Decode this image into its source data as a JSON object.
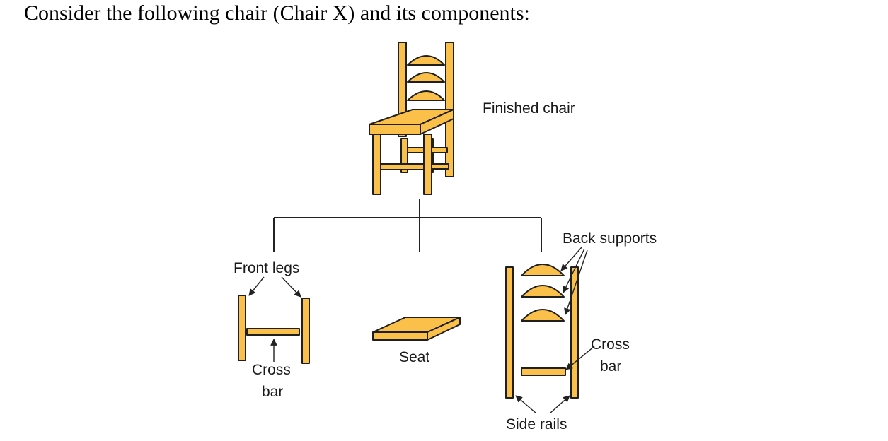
{
  "intro_text": "Consider the following chair (Chair X) and its components:",
  "labels": {
    "finished_chair": "Finished chair",
    "front_legs": "Front legs",
    "front_cross": "Cross",
    "front_bar": "bar",
    "seat": "Seat",
    "back_supports": "Back supports",
    "back_cross": "Cross",
    "back_bar": "bar",
    "side_rails": "Side rails"
  },
  "colors": {
    "wood": "#fbc04a",
    "outline": "#1f1f1f"
  }
}
